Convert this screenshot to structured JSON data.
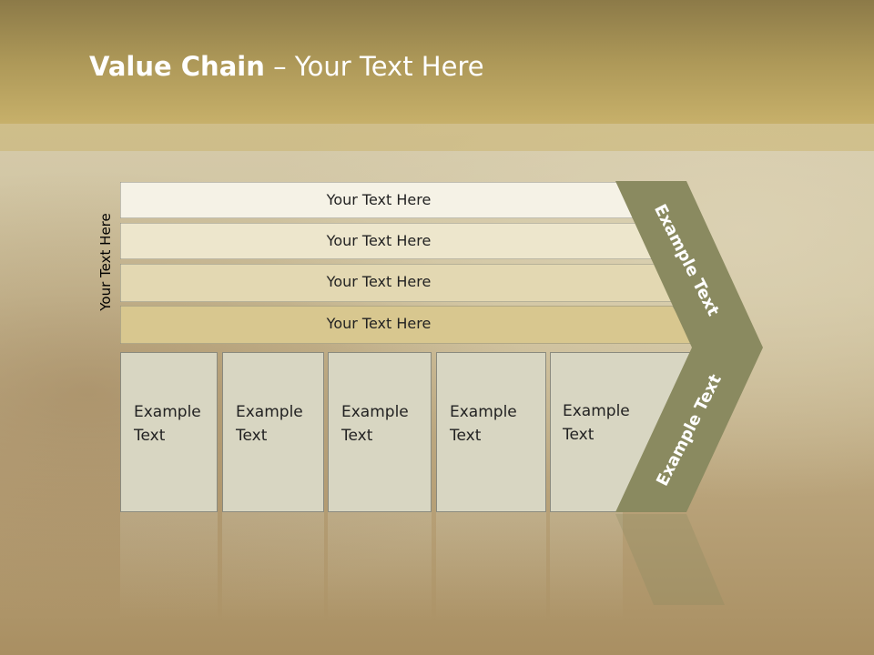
{
  "slide": {
    "title_bold": "Value Chain",
    "title_rest": " – Your Text Here",
    "vertical_label": "Your Text Here"
  },
  "bars": [
    {
      "label": "Your Text Here",
      "fill": "#f5f2e6"
    },
    {
      "label": "Your Text Here",
      "fill": "#ede6cc"
    },
    {
      "label": "Your Text Here",
      "fill": "#e3d8b2"
    },
    {
      "label": "Your Text Here",
      "fill": "#d8c78f"
    }
  ],
  "boxes": [
    {
      "line1": "Example",
      "line2": "Text"
    },
    {
      "line1": "Example",
      "line2": "Text"
    },
    {
      "line1": "Example",
      "line2": "Text"
    },
    {
      "line1": "Example",
      "line2": "Text"
    },
    {
      "line1": "Example",
      "line2": "Text"
    }
  ],
  "chevron": {
    "upper_text": "Example Text",
    "lower_text": "Example Text",
    "fill": "#8a8a60"
  }
}
